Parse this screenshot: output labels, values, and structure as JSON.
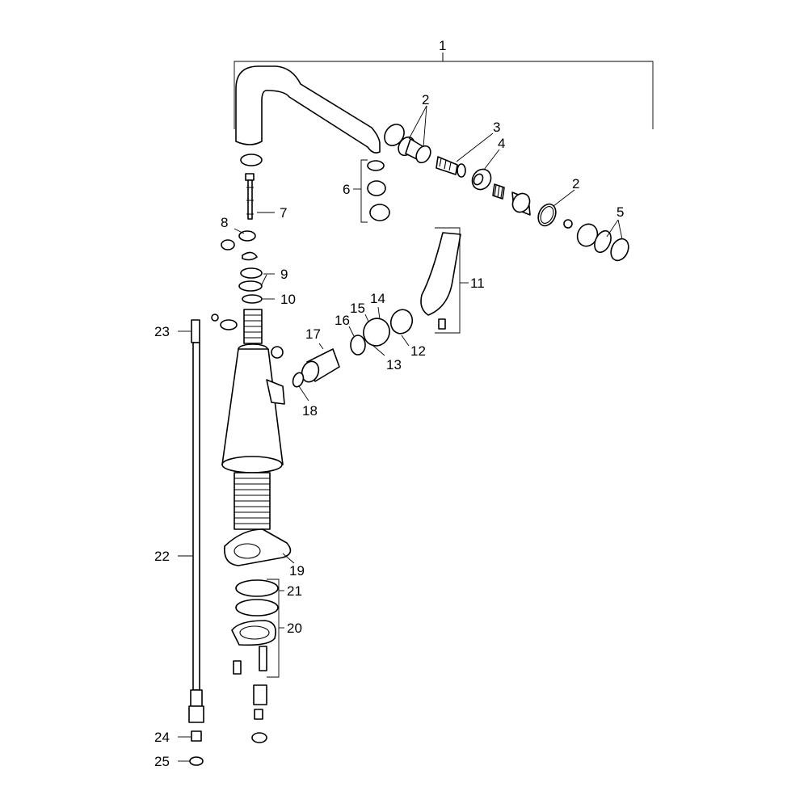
{
  "callouts": {
    "c1": "1",
    "c2a": "2",
    "c2b": "2",
    "c3": "3",
    "c4": "4",
    "c5": "5",
    "c6": "6",
    "c7": "7",
    "c8": "8",
    "c9": "9",
    "c10": "10",
    "c11": "11",
    "c12": "12",
    "c13": "13",
    "c14": "14",
    "c15": "15",
    "c16": "16",
    "c17": "17",
    "c18": "18",
    "c19": "19",
    "c20": "20",
    "c21": "21",
    "c22": "22",
    "c23": "23",
    "c24": "24",
    "c25": "25"
  }
}
